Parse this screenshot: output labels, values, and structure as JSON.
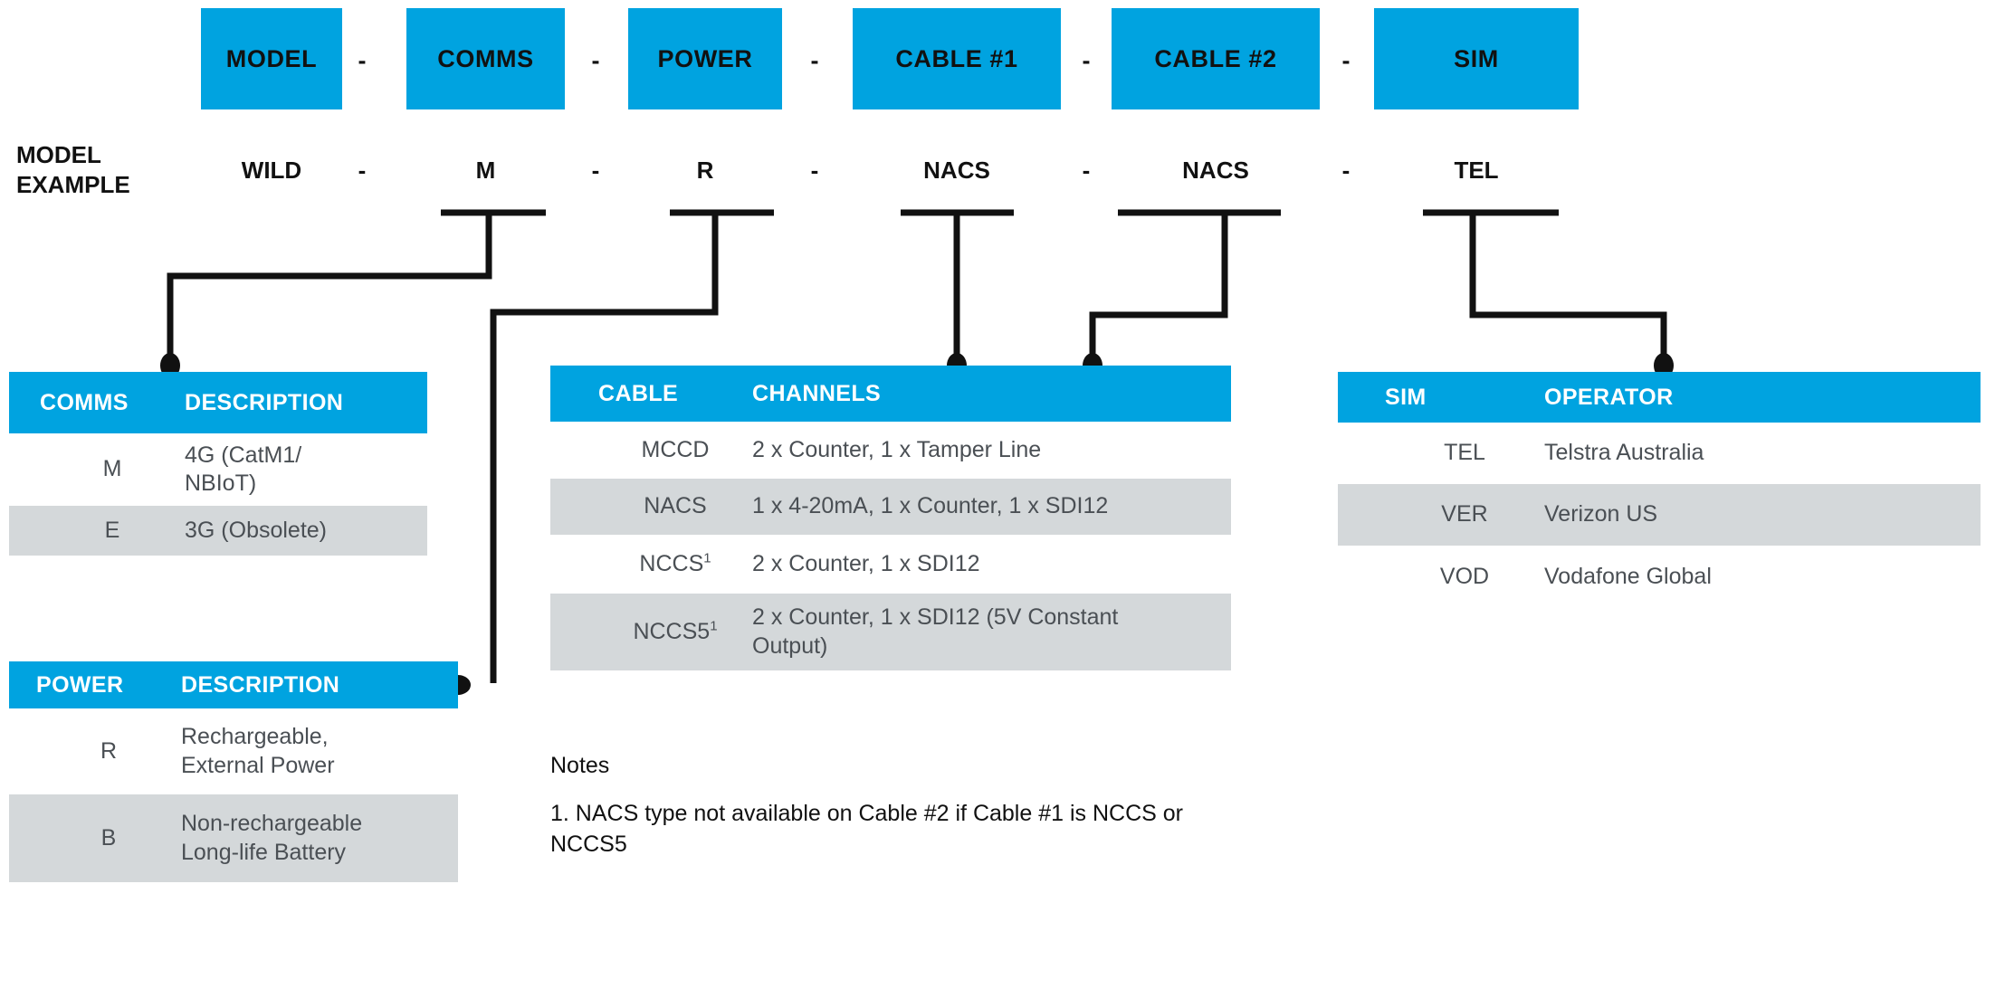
{
  "colors": {
    "accent_blue": "#00A3E0",
    "zebra_gray": "#D4D8DA",
    "line_black": "#111111",
    "body_text": "#4A4F54"
  },
  "code_structure": {
    "segments": [
      {
        "label": "MODEL"
      },
      {
        "label": "COMMS"
      },
      {
        "label": "POWER"
      },
      {
        "label": "CABLE #1"
      },
      {
        "label": "CABLE #2"
      },
      {
        "label": "SIM"
      }
    ],
    "separator": "-"
  },
  "model_example": {
    "title_line1": "MODEL",
    "title_line2": "EXAMPLE",
    "values": [
      {
        "label": "WILD"
      },
      {
        "label": "M"
      },
      {
        "label": "R"
      },
      {
        "label": "NACS"
      },
      {
        "label": "NACS"
      },
      {
        "label": "TEL"
      }
    ],
    "separator": "-"
  },
  "tables": {
    "comms": {
      "headers": [
        "COMMS",
        "DESCRIPTION"
      ],
      "rows": [
        {
          "key": "M",
          "desc": "4G (CatM1/\nNBIoT)"
        },
        {
          "key": "E",
          "desc": "3G (Obsolete)"
        }
      ]
    },
    "power": {
      "headers": [
        "POWER",
        "DESCRIPTION"
      ],
      "rows": [
        {
          "key": "R",
          "desc": "Rechargeable,\nExternal Power"
        },
        {
          "key": "B",
          "desc": "Non-rechargeable\nLong-life Battery"
        }
      ]
    },
    "cable": {
      "headers": [
        "CABLE",
        "CHANNELS"
      ],
      "rows": [
        {
          "key": "MCCD",
          "sup": "",
          "desc": "2 x Counter, 1 x Tamper Line"
        },
        {
          "key": "NACS",
          "sup": "",
          "desc": "1 x 4-20mA, 1 x Counter, 1 x SDI12"
        },
        {
          "key": "NCCS",
          "sup": "1",
          "desc": "2 x Counter, 1 x SDI12"
        },
        {
          "key": "NCCS5",
          "sup": "1",
          "desc": "2 x Counter, 1 x SDI12 (5V Constant\nOutput)"
        }
      ]
    },
    "sim": {
      "headers": [
        "SIM",
        "OPERATOR"
      ],
      "rows": [
        {
          "key": "TEL",
          "desc": "Telstra Australia"
        },
        {
          "key": "VER",
          "desc": "Verizon US"
        },
        {
          "key": "VOD",
          "desc": "Vodafone Global"
        }
      ]
    }
  },
  "notes": {
    "title": "Notes",
    "items": [
      "1.  NACS type not available on Cable #2 if Cable #1 is NCCS or NCCS5"
    ]
  }
}
